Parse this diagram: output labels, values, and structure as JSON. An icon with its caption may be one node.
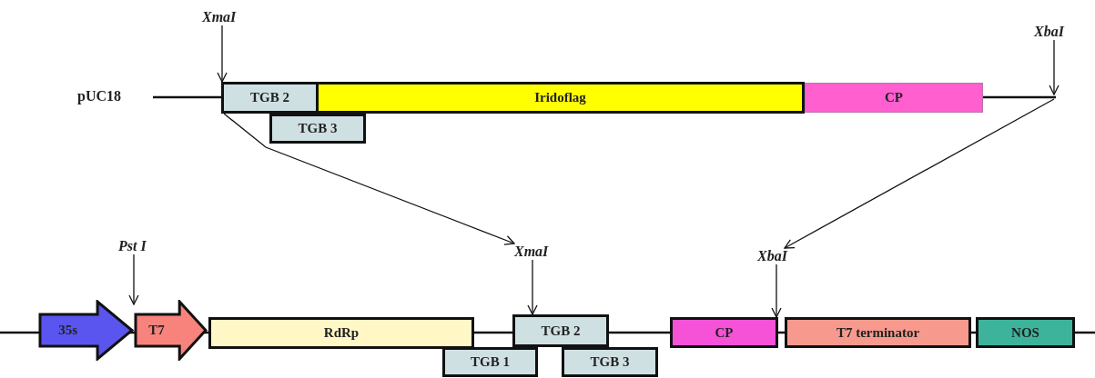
{
  "diagram": {
    "nodes": [
      {
        "text": [
          "XmaI"
        ]
      },
      {
        "text": [
          "XbaI"
        ]
      },
      {
        "text": [
          "TGB 2"
        ]
      },
      {
        "text": [
          "Iridoflag"
        ]
      },
      {
        "text": [
          "CP"
        ]
      },
      {
        "text": [
          "TGB 3"
        ]
      },
      {
        "text": [
          "Pst I"
        ]
      },
      {
        "text": [
          "XmaI"
        ]
      },
      {
        "text": [
          "XbaI"
        ]
      },
      {
        "text": [
          "35s"
        ]
      },
      {
        "text": [
          "T7"
        ]
      },
      {
        "text": [
          "RdRp"
        ]
      },
      {
        "text": [
          "TGB 2"
        ]
      },
      {
        "text": [
          "CP"
        ]
      },
      {
        "text": [
          "T7 terminator"
        ]
      },
      {
        "text": [
          "NOS"
        ]
      },
      {
        "text": [
          "TGB 1"
        ]
      },
      {
        "text": [
          "TGB 3"
        ]
      }
    ],
    "edges": [
      {
        "from": 0,
        "to": 2,
        "arrow": "to"
      },
      {
        "from": 1,
        "to": null,
        "arrow": "to"
      },
      {
        "from": 6,
        "to": 10,
        "arrow": "to"
      },
      {
        "from": 7,
        "to": 12,
        "arrow": "to"
      },
      {
        "from": 8,
        "to": 13,
        "arrow": "to"
      },
      {
        "from": 2,
        "to": 7,
        "arrow": "to"
      },
      {
        "from": null,
        "to": 8,
        "arrow": "to"
      }
    ],
    "labels": [
      "pUC18"
    ]
  }
}
